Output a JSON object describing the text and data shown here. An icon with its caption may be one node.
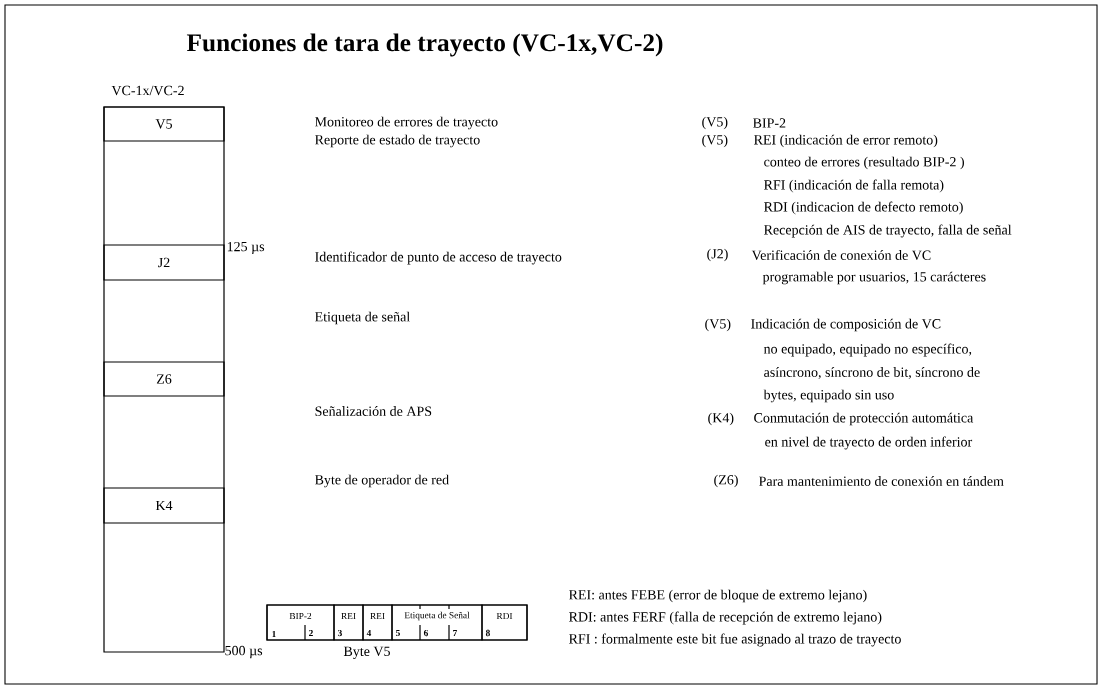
{
  "diagram": {
    "title": "Funciones de tara de trayecto (VC-1x,VC-2)",
    "nodes": [
      {
        "text": [
          "VC-1x/VC-2"
        ]
      },
      {
        "text": [
          "V5"
        ],
        "in": 0
      },
      {
        "text": [
          "J2"
        ],
        "in": 0
      },
      {
        "text": [
          "Z6"
        ],
        "in": 0
      },
      {
        "text": [
          "K4"
        ],
        "in": 0
      },
      {
        "text": [],
        "shape": "box",
        "beside": [
          "Byte V5"
        ]
      },
      {
        "text": [
          "BIP-2"
        ],
        "in": 5
      },
      {
        "text": [
          "REI"
        ],
        "in": 5
      },
      {
        "text": [
          "REI"
        ],
        "in": 5
      },
      {
        "text": [
          "Etiqueta de Señal"
        ],
        "in": 5
      },
      {
        "text": [
          "RDI"
        ],
        "in": 5
      }
    ],
    "edges": [],
    "labels": [
      "Monitoreo de errores de trayecto",
      "(V5)",
      "BIP-2",
      "Reporte de estado de trayecto",
      "(V5)",
      "REI (indicación de error remoto)",
      "conteo de errores (resultado BIP-2 )",
      "RFI (indicación de falla  remota)",
      "RDI (indicacion de defecto remoto)",
      "Recepción de AIS de trayecto, falla de señal",
      "125 µs",
      "Identificador de punto de acceso de trayecto",
      "(J2)",
      "Verificación de conexión de VC",
      "programable por usuarios, 15 carácteres",
      "Etiqueta de señal",
      "(V5)",
      "Indicación de composición de VC",
      "no equipado, equipado no específico,",
      "asíncrono, síncrono de bit, síncrono de",
      "bytes, equipado sin uso",
      "Señalización de APS",
      "(K4)",
      "Conmutación de protección automática",
      "en nivel de trayecto de orden inferior",
      "Byte de operador de red",
      "(Z6)",
      "Para mantenimiento de conexión en tándem",
      "REI: antes FEBE (error de bloque de extremo lejano)",
      "RDI: antes FERF (falla de recepción de extremo lejano)",
      "RFI : formalmente este bit fue asignado al trazo de trayecto",
      "1",
      "2",
      "3",
      "4",
      "5",
      "6",
      "7",
      "8",
      "500 µs"
    ]
  }
}
